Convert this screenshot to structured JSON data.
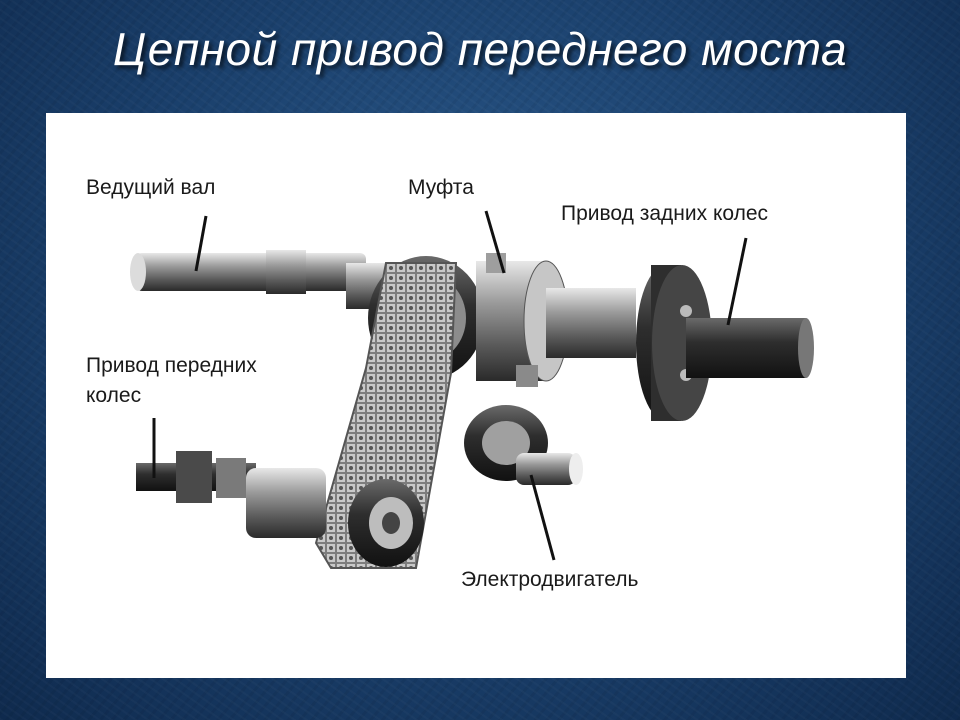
{
  "slide": {
    "title": "Цепной привод переднего моста"
  },
  "diagram": {
    "labels": {
      "drive_shaft": "Ведущий вал",
      "coupling": "Муфта",
      "rear_drive": "Привод задних колес",
      "front_drive_line1": "Привод передних",
      "front_drive_line2": "колес",
      "motor": "Электродвигатель"
    }
  },
  "colors": {
    "background": "#1a3f6b",
    "panel": "#ffffff",
    "title_text": "#ffffff",
    "label_text": "#1a1a1a"
  }
}
